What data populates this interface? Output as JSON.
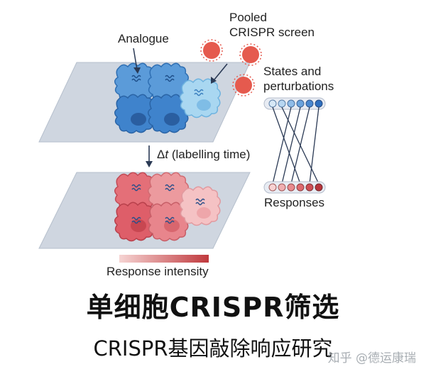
{
  "labels": {
    "analogue": "Analogue",
    "pooled_line1": "Pooled",
    "pooled_line2": "CRISPR screen",
    "states_line1": "States and",
    "states_line2": "perturbations",
    "delta_symbol": "Δ",
    "delta_t": "t",
    "labelling_time": " (labelling time)",
    "responses": "Responses",
    "response_intensity": "Response intensity"
  },
  "title": "单细胞CRISPR筛选",
  "subtitle": "CRISPR基因敲除响应研究",
  "watermark": "知乎 @德运康瑞",
  "colors": {
    "cell_blue": "#4a8fd3",
    "cell_light_blue": "#9fd0ee",
    "cell_red": "#e0717a",
    "cell_light_red": "#f1b3b6",
    "crispr_dot": "#e55a4e",
    "plane_fill": "#cfd6e0"
  }
}
